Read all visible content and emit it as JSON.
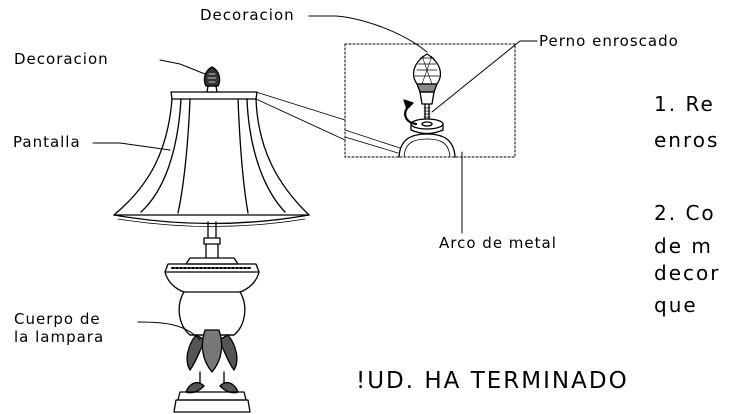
{
  "labels": {
    "decoracion_top": "Decoracion",
    "decoracion_left": "Decoracion",
    "perno_enroscado": "Perno enroscado",
    "pantalla": "Pantalla",
    "arco_de_metal": "Arco de metal",
    "cuerpo_line1": "Cuerpo de",
    "cuerpo_line2": "la lampara"
  },
  "instructions": {
    "step1_line1": "1. Re",
    "step1_line2": "enros",
    "step2_line1": "2. Co",
    "step2_line2": "de m",
    "step2_line3": "decor",
    "step2_line4": "que"
  },
  "footer": {
    "done_text": "!UD. HA TERMINADO"
  }
}
